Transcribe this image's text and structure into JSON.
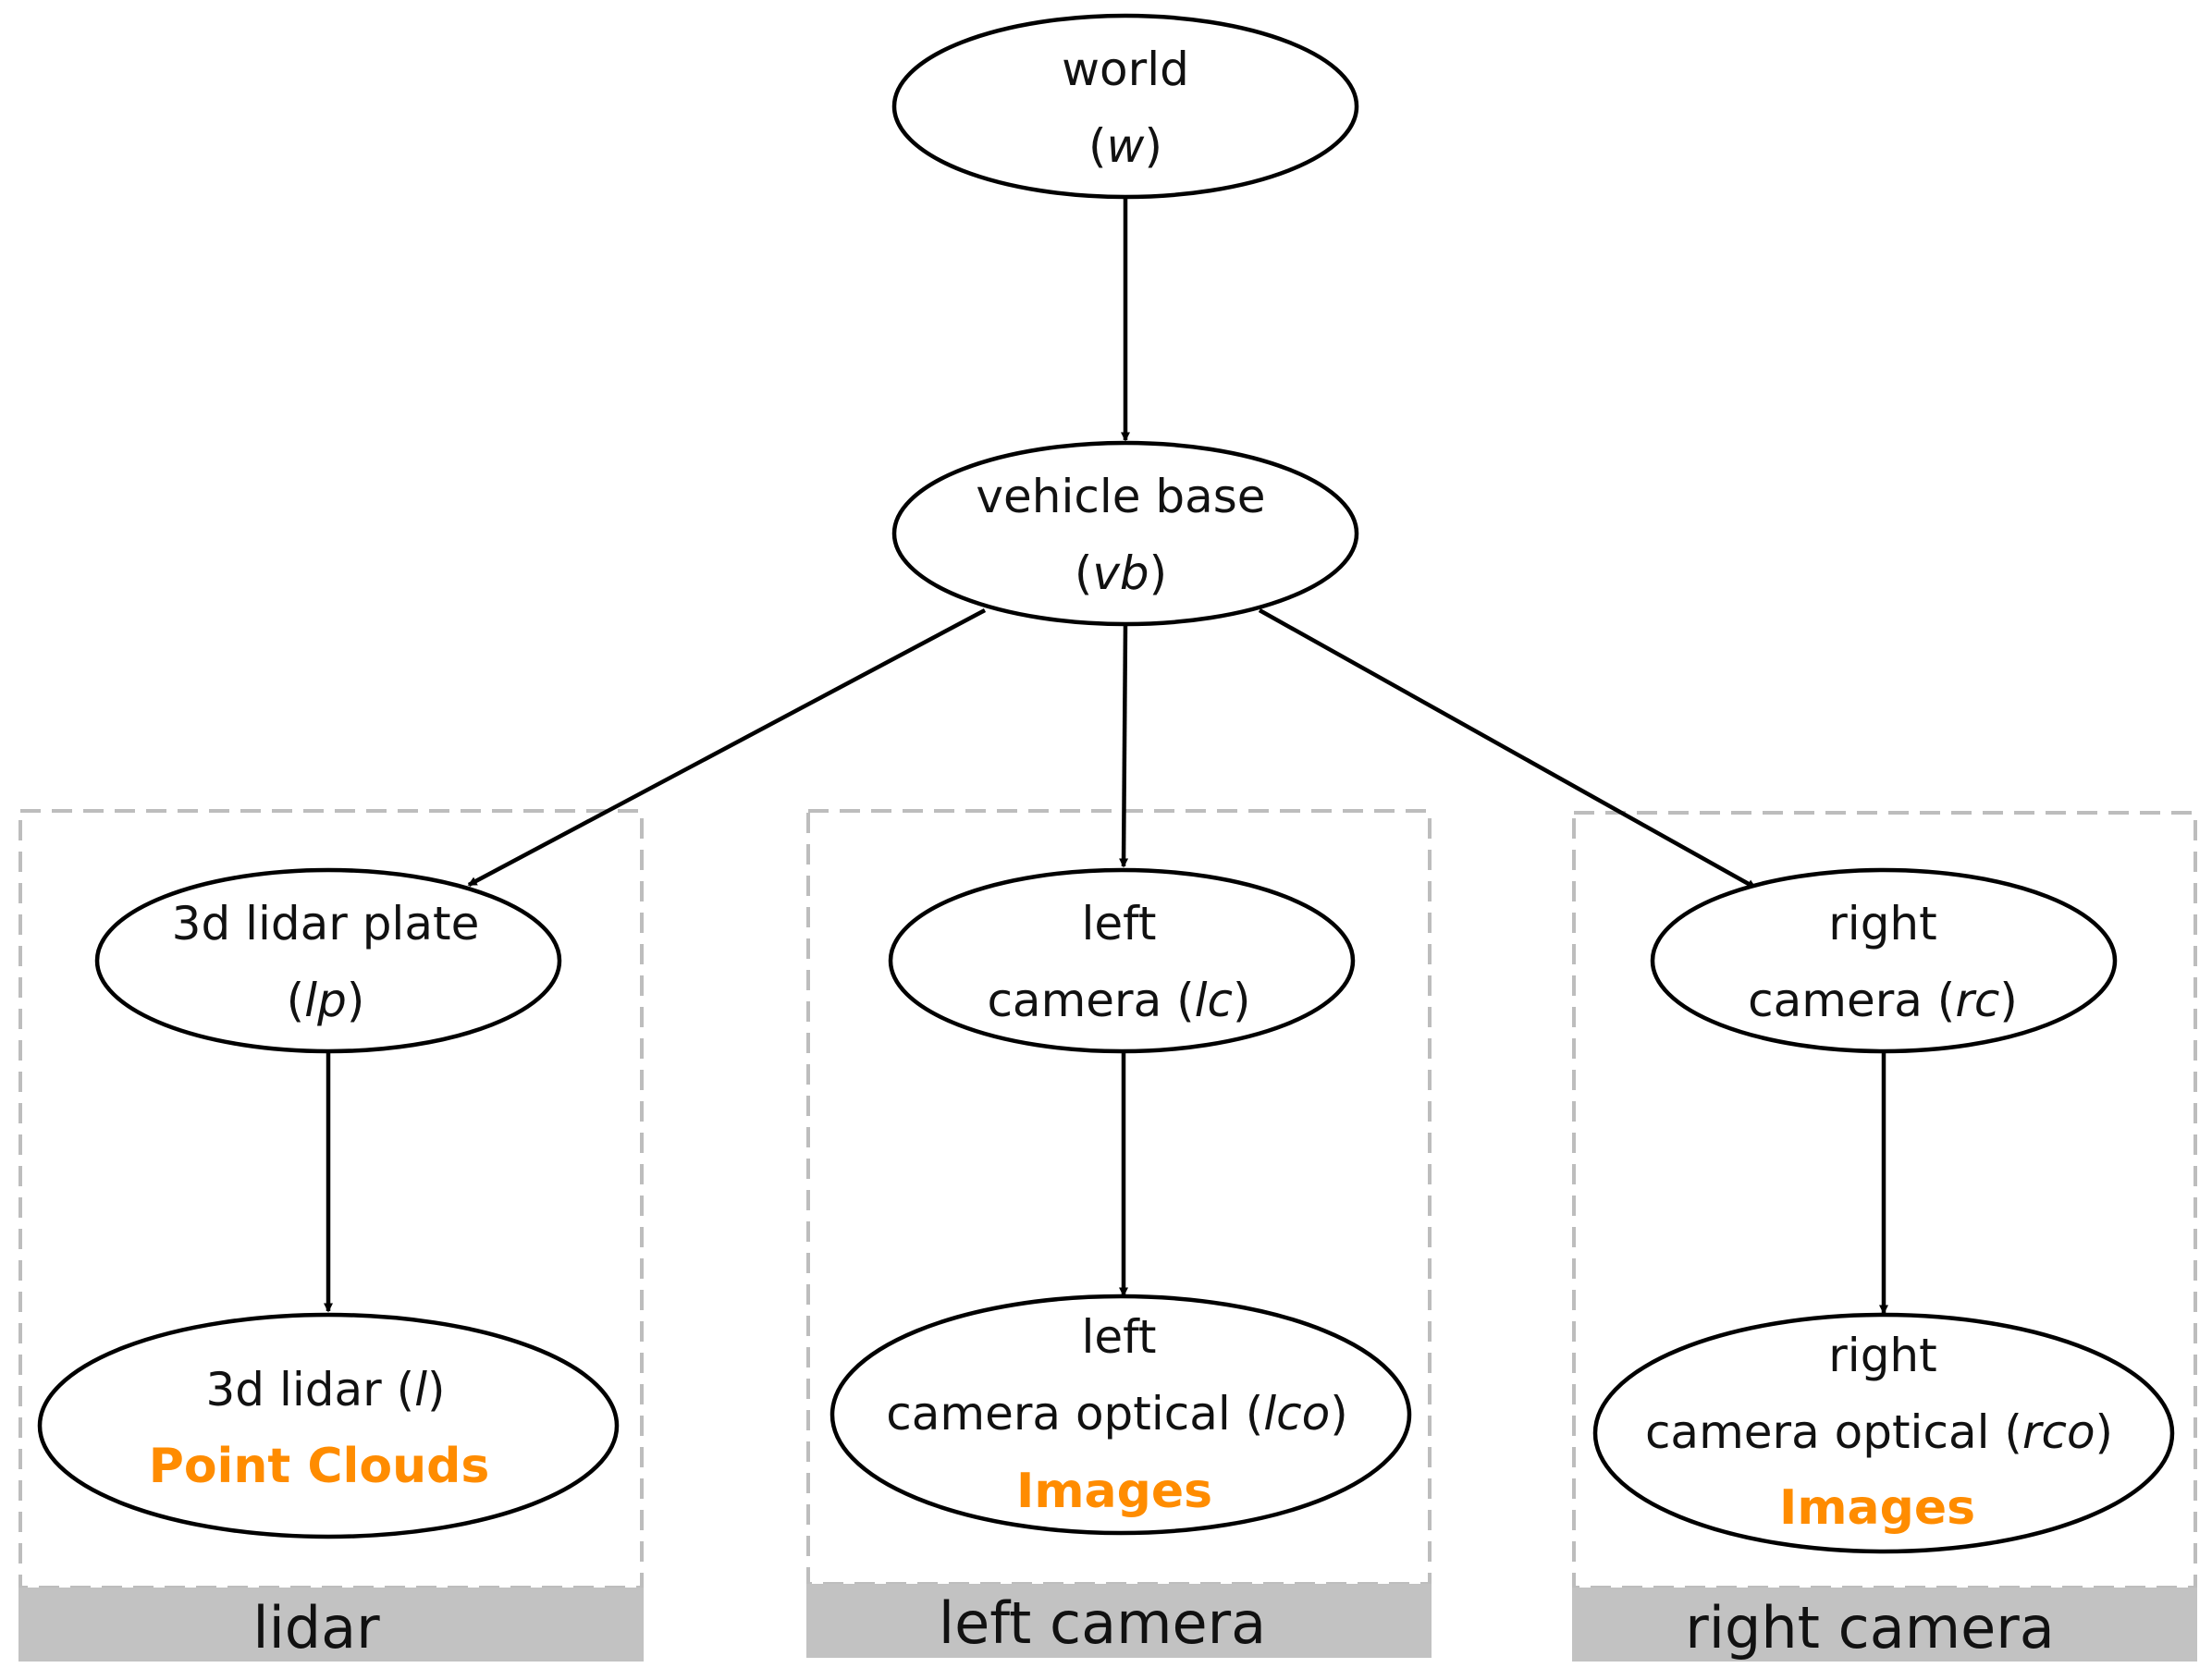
{
  "nodes": {
    "world": {
      "line1": "world",
      "abbr": "w"
    },
    "vehicle_base": {
      "line1": "vehicle base",
      "abbr": "vb"
    },
    "lidar_plate": {
      "line1": "3d lidar plate",
      "abbr": "lp"
    },
    "left_camera": {
      "line1": "left",
      "line2": "camera",
      "abbr": "lc"
    },
    "right_camera": {
      "line1": "right",
      "line2": "camera",
      "abbr": "rc"
    },
    "lidar": {
      "line1": "3d lidar",
      "abbr": "l",
      "data": "Point Clouds"
    },
    "left_optical": {
      "line1": "left",
      "line2": "camera optical",
      "abbr": "lco",
      "data": "Images"
    },
    "right_optical": {
      "line1": "right",
      "line2": "camera optical",
      "abbr": "rco",
      "data": "Images"
    }
  },
  "groups": {
    "lidar": {
      "label": "lidar"
    },
    "left_camera": {
      "label": "left camera"
    },
    "right_camera": {
      "label": "right camera"
    }
  },
  "colors": {
    "highlight": "#ff8c00",
    "group_bar": "#c2c2c2",
    "group_border": "#bdbdbd"
  }
}
